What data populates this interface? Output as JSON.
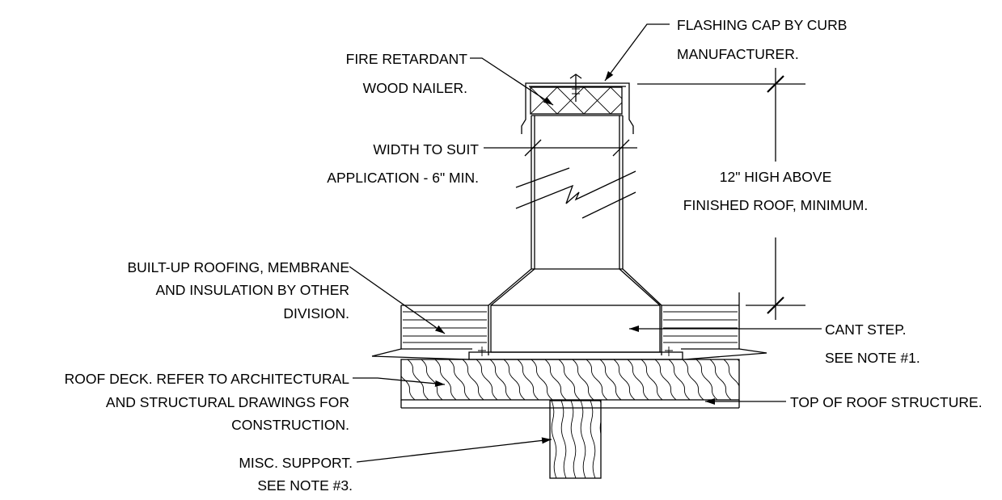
{
  "diagram": {
    "callouts": {
      "flashing_cap": {
        "lines": [
          "FLASHING CAP BY CURB",
          "MANUFACTURER."
        ]
      },
      "fire_retardant": {
        "lines": [
          "FIRE RETARDANT",
          "WOOD NAILER."
        ]
      },
      "width": {
        "lines": [
          "WIDTH TO SUIT",
          "APPLICATION - 6\" MIN."
        ]
      },
      "height": {
        "lines": [
          "12\" HIGH ABOVE",
          "FINISHED ROOF, MINIMUM."
        ]
      },
      "roofing": {
        "lines": [
          "BUILT-UP ROOFING, MEMBRANE",
          "AND INSULATION BY OTHER",
          "DIVISION."
        ]
      },
      "cant_step": {
        "lines": [
          "CANT STEP.",
          "SEE NOTE #1."
        ]
      },
      "roof_deck": {
        "lines": [
          "ROOF DECK.  REFER TO ARCHITECTURAL",
          "AND STRUCTURAL DRAWINGS FOR",
          "CONSTRUCTION."
        ]
      },
      "top_of_roof": {
        "lines": [
          "TOP OF ROOF STRUCTURE."
        ]
      },
      "misc_support": {
        "lines": [
          "MISC. SUPPORT.",
          "SEE NOTE #3."
        ]
      }
    }
  }
}
